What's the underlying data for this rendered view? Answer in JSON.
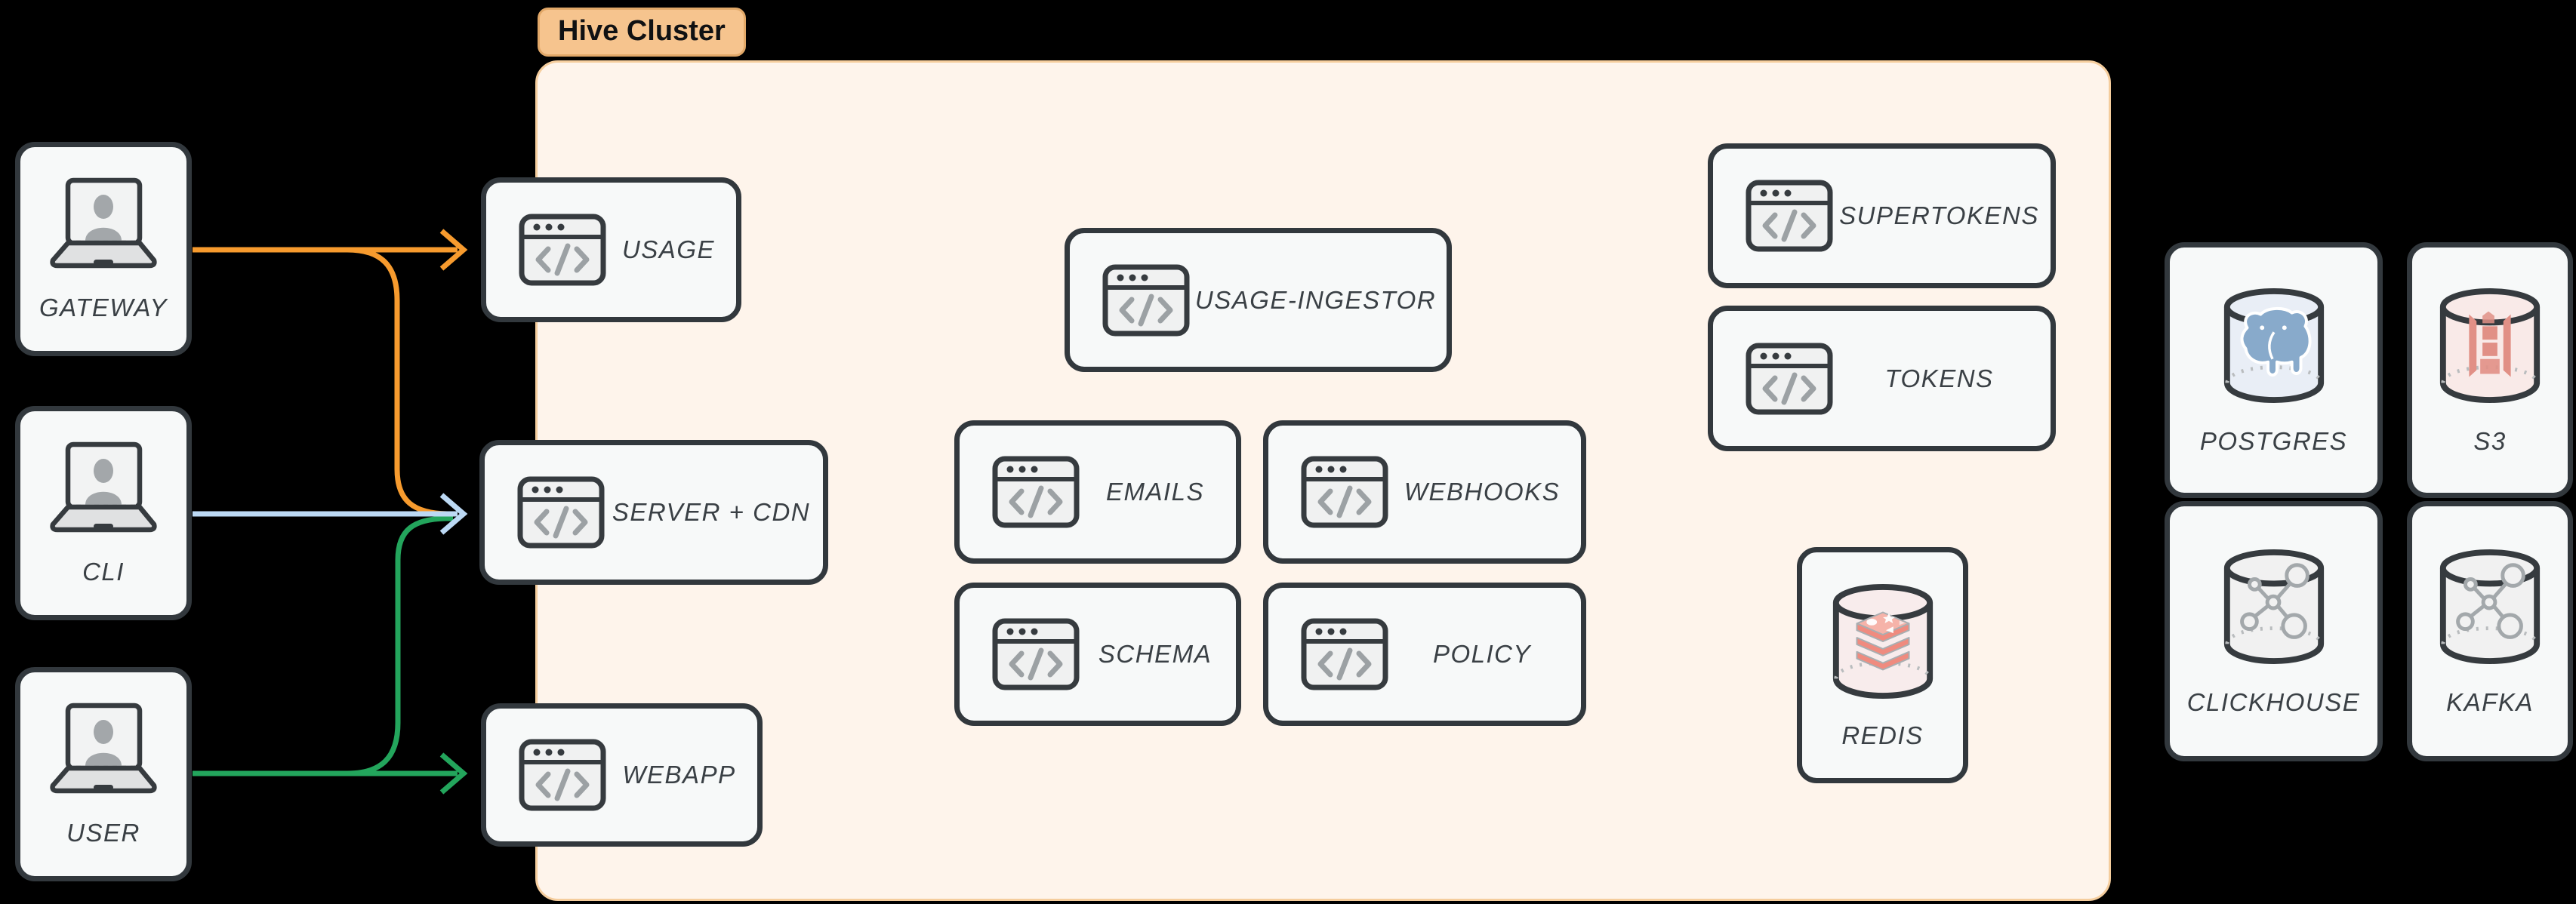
{
  "cluster": {
    "label": "Hive Cluster",
    "fill": "#FEF4EB",
    "border": "#F5CD9D"
  },
  "badge": {
    "fill": "#F6C48E",
    "border": "#E2A868",
    "text_color": "#101113"
  },
  "nodes": {
    "gateway": {
      "label": "GATEWAY",
      "icon": "laptop-user-icon"
    },
    "cli": {
      "label": "CLI",
      "icon": "laptop-user-icon"
    },
    "user": {
      "label": "USER",
      "icon": "laptop-user-icon"
    },
    "usage": {
      "label": "USAGE",
      "icon": "code-window-icon"
    },
    "server_cdn": {
      "label": "SERVER + CDN",
      "icon": "code-window-icon"
    },
    "webapp": {
      "label": "WEBAPP",
      "icon": "code-window-icon"
    },
    "usage_ingestor": {
      "label": "USAGE-INGESTOR",
      "icon": "code-window-icon"
    },
    "emails": {
      "label": "EMAILS",
      "icon": "code-window-icon"
    },
    "webhooks": {
      "label": "WEBHOOKS",
      "icon": "code-window-icon"
    },
    "schema": {
      "label": "SCHEMA",
      "icon": "code-window-icon"
    },
    "policy": {
      "label": "POLICY",
      "icon": "code-window-icon"
    },
    "supertokens": {
      "label": "SUPERTOKENS",
      "icon": "code-window-icon"
    },
    "tokens": {
      "label": "TOKENS",
      "icon": "code-window-icon"
    },
    "redis": {
      "label": "REDIS",
      "icon": "redis-cylinder-icon"
    },
    "postgres": {
      "label": "POSTGRES",
      "icon": "postgres-cylinder-icon"
    },
    "s3": {
      "label": "S3",
      "icon": "s3-cylinder-icon"
    },
    "clickhouse": {
      "label": "CLICKHOUSE",
      "icon": "molecule-cylinder-icon"
    },
    "kafka": {
      "label": "KAFKA",
      "icon": "molecule-cylinder-icon"
    }
  },
  "edges": [
    {
      "from": "GATEWAY",
      "to": "USAGE",
      "color": "#F79B2E"
    },
    {
      "from": "GATEWAY",
      "to": "SERVER + CDN",
      "color": "#F79B2E"
    },
    {
      "from": "CLI",
      "to": "SERVER + CDN",
      "color": "#BCD9F4"
    },
    {
      "from": "USER",
      "to": "SERVER + CDN",
      "color": "#23A55C"
    },
    {
      "from": "USER",
      "to": "WEBAPP",
      "color": "#23A55C"
    }
  ],
  "colors": {
    "node_border": "#32383D",
    "node_fill": "#F7F9F9",
    "label_text": "#3A4045",
    "arrow_orange": "#F79B2E",
    "arrow_blue": "#BCD9F4",
    "arrow_green": "#23A55C"
  }
}
